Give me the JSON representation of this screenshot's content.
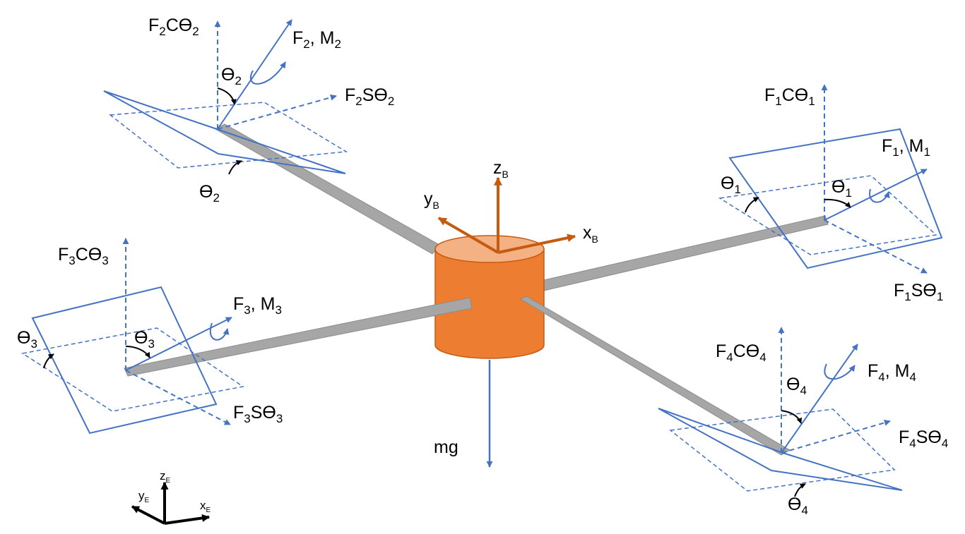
{
  "colors": {
    "force": "#4472C4",
    "body_axis": "#C55A11",
    "cylinder": "#ED7D31",
    "cylinder_top": "#F4B183",
    "arm": "#A6A6A6",
    "angle_arrow": "#000000",
    "earth_axis": "#000000"
  },
  "icons": {
    "moment": "curved-arrow-icon",
    "angle": "angle-arc-arrow-icon"
  },
  "body_frame": {
    "x": {
      "main": "x",
      "sub": "B"
    },
    "y": {
      "main": "y",
      "sub": "B"
    },
    "z": {
      "main": "z",
      "sub": "B"
    }
  },
  "earth_frame": {
    "x": {
      "main": "x",
      "sub": "E"
    },
    "y": {
      "main": "y",
      "sub": "E"
    },
    "z": {
      "main": "z",
      "sub": "E"
    }
  },
  "gravity": {
    "label": "mg"
  },
  "rotors": [
    {
      "id": "1",
      "vertical": {
        "a": "F",
        "s1": "1",
        "b": "Cϴ",
        "s2": "1"
      },
      "horizontal": {
        "a": "F",
        "s1": "1",
        "b": "Sϴ",
        "s2": "1"
      },
      "thrust": {
        "a": "F",
        "s1": "1",
        "b": ", M",
        "s2": "1"
      },
      "angle_top": {
        "a": "ϴ",
        "s1": "1"
      },
      "angle_side": {
        "a": "ϴ",
        "s1": "1"
      }
    },
    {
      "id": "2",
      "vertical": {
        "a": "F",
        "s1": "2",
        "b": "Cϴ",
        "s2": "2"
      },
      "horizontal": {
        "a": "F",
        "s1": "2",
        "b": "Sϴ",
        "s2": "2"
      },
      "thrust": {
        "a": "F",
        "s1": "2",
        "b": ", M",
        "s2": "2"
      },
      "angle_top": {
        "a": "ϴ",
        "s1": "2"
      },
      "angle_side": {
        "a": "ϴ",
        "s1": "2"
      }
    },
    {
      "id": "3",
      "vertical": {
        "a": "F",
        "s1": "3",
        "b": "Cϴ",
        "s2": "3"
      },
      "horizontal": {
        "a": "F",
        "s1": "3",
        "b": "Sϴ",
        "s2": "3"
      },
      "thrust": {
        "a": "F",
        "s1": "3",
        "b": ", M",
        "s2": "3"
      },
      "angle_top": {
        "a": "ϴ",
        "s1": "3"
      },
      "angle_side": {
        "a": "ϴ",
        "s1": "3"
      }
    },
    {
      "id": "4",
      "vertical": {
        "a": "F",
        "s1": "4",
        "b": "Cϴ",
        "s2": "4"
      },
      "horizontal": {
        "a": "F",
        "s1": "4",
        "b": "Sϴ",
        "s2": "4"
      },
      "thrust": {
        "a": "F",
        "s1": "4",
        "b": ", M",
        "s2": "4"
      },
      "angle_top": {
        "a": "ϴ",
        "s1": "4"
      },
      "angle_side": {
        "a": "ϴ",
        "s1": "4"
      }
    }
  ]
}
